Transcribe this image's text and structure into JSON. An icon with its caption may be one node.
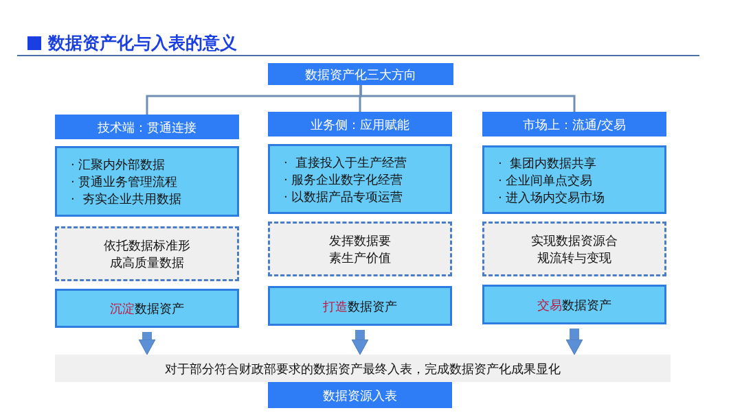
{
  "diagram": {
    "title": "数据资产化与入表的意义",
    "nodes": [
      {
        "text": [
          "数据资产化三大方向"
        ]
      },
      {
        "text": [
          "技术端：贯通连接"
        ]
      },
      {
        "text": [
          "· 汇聚内外部数据",
          "· 贯通业务管理流程",
          "·  夯实企业共用数据"
        ]
      },
      {
        "text": [
          "依托数据标准形成高质量数据"
        ]
      },
      {
        "text": [
          "**沉淀**数据资产"
        ]
      },
      {
        "text": [
          "业务侧：应用赋能"
        ]
      },
      {
        "text": [
          "·  直接投入于生产经营",
          "· 服务企业数字化经营",
          "· 以数据产品专项运营"
        ]
      },
      {
        "text": [
          "发挥数据要素生产价值"
        ]
      },
      {
        "text": [
          "**打造**数据资产"
        ]
      },
      {
        "text": [
          "市场上：流通/交易"
        ]
      },
      {
        "text": [
          "·  集团内数据共享",
          "· 企业间单点交易",
          "· 进入场内交易市场"
        ]
      },
      {
        "text": [
          "实现数据资源合规流转与变现"
        ]
      },
      {
        "text": [
          "**交易**数据资产"
        ]
      },
      {
        "text": [
          "对于部分符合财政部要求的数据资产最终入表，完成数据资产化成果显化"
        ]
      },
      {
        "text": [
          "数据资源入表"
        ]
      }
    ],
    "edges": [
      {
        "from": 0,
        "to": 1,
        "arrow": "none"
      },
      {
        "from": 0,
        "to": 5,
        "arrow": "none"
      },
      {
        "from": 0,
        "to": 9,
        "arrow": "none"
      },
      {
        "from": 4,
        "to": 13,
        "arrow": "to",
        "style": "thick"
      },
      {
        "from": 8,
        "to": 13,
        "arrow": "to",
        "style": "thick"
      },
      {
        "from": 12,
        "to": 13,
        "arrow": "to",
        "style": "thick"
      }
    ]
  }
}
